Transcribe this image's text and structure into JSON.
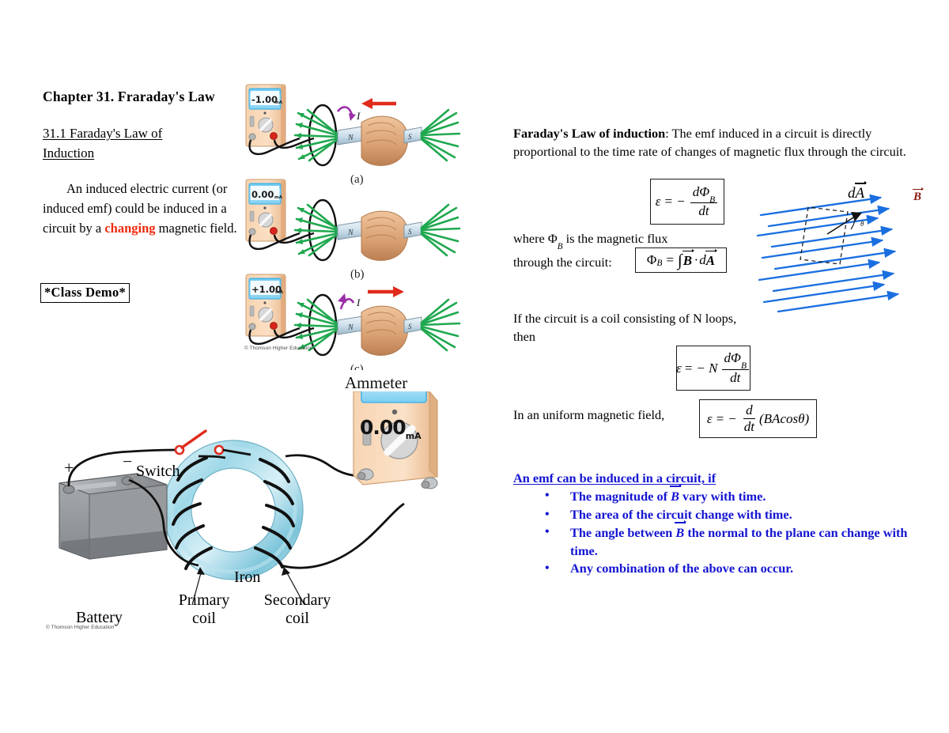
{
  "slide": {
    "chapter_title": "Chapter 31.  Fraraday's Law",
    "section_heading": "31.1 Faraday's Law of Induction",
    "intro_paragraph_part1": "An induced electric current (or induced emf) could be induced in a circuit by a ",
    "intro_paragraph_red": "changing",
    "intro_paragraph_part2": " magnetic field.",
    "class_demo": "*Class Demo*"
  },
  "right_column": {
    "faraday_law_label": "Faraday's Law of induction",
    "faraday_law_statement": ":  The emf induced in a circuit is directly proportional to the time rate of changes of magnetic flux through the circuit.",
    "flux_desc_line1": "where ",
    "flux_desc_phi": "Φ",
    "flux_desc_sub": "B",
    "flux_desc_line1b": " is the magnetic flux",
    "flux_desc_line2": "through the circuit:",
    "coil_desc": "If the circuit is a coil consisting of N loops, then",
    "uniform_field_text": "In an uniform magnetic field,"
  },
  "equations": {
    "faraday": {
      "lhs": "ε",
      "eq": "= −",
      "numerator": "dΦ",
      "numerator_sub": "B",
      "denominator": "dt"
    },
    "flux": {
      "lhs": "Φ",
      "lhs_sub": "B",
      "eq": "=",
      "integral": "∫",
      "b_vector": "B",
      "dot": "·",
      "da": "d",
      "a_vector": "A"
    },
    "n_loops": {
      "lhs": "ε",
      "eq": "= − N",
      "numerator": "dΦ",
      "numerator_sub": "B",
      "denominator": "dt"
    },
    "uniform": {
      "lhs": "ε",
      "eq": "= −",
      "numerator": "d",
      "denominator": "dt",
      "rhs": "(BAcosθ)"
    }
  },
  "emf_list": {
    "heading": "An emf can be induced in a circuit, if",
    "items": [
      {
        "pre": "The magnitude of ",
        "vec": "B",
        "post": " vary with time."
      },
      {
        "pre": "The area of the circuit change with time.",
        "vec": "",
        "post": ""
      },
      {
        "pre": "The angle between ",
        "vec": "B",
        "post": " the normal to the plane can change with time."
      },
      {
        "pre": "Any combination of the above can occur.",
        "vec": "",
        "post": ""
      }
    ]
  },
  "figures": {
    "magnet_coil": {
      "panels": [
        {
          "letter": "(a)",
          "reading": "-1.00",
          "unit": "mA",
          "current_label": "I",
          "motion": "left"
        },
        {
          "letter": "(b)",
          "reading": "0.00",
          "unit": "mA",
          "current_label": "",
          "motion": "none"
        },
        {
          "letter": "(c)",
          "reading": "+1.00",
          "unit": "mA",
          "current_label": "I",
          "motion": "right"
        }
      ],
      "ammeter_caption": "Ammeter",
      "credit": "© Thomson Higher Education",
      "magnet_north": "N",
      "magnet_south": "S"
    },
    "transformer": {
      "switch_label": "Switch",
      "battery_label": "Battery",
      "iron_label": "Iron",
      "primary_label": "Primary coil",
      "secondary_label": "Secondary coil",
      "plus_sign": "+",
      "minus_sign": "−",
      "meter_reading": "0.00",
      "meter_unit": "mA",
      "credit": "© Thomson Higher Education"
    },
    "flux_diagram": {
      "da_label_d": "d",
      "da_label_a": "A",
      "b_label": "B",
      "theta_label": "θ"
    }
  },
  "colors": {
    "red_accent": "#ef2a0a",
    "blue_text": "#1414d2",
    "field_line_blue": "#1a6fe0",
    "magnet_green": "#1fa84f",
    "b_vector_red": "#8b1a10",
    "motion_arrow_red": "#e02b1c",
    "current_arrow_purple": "#9b2fa8"
  }
}
